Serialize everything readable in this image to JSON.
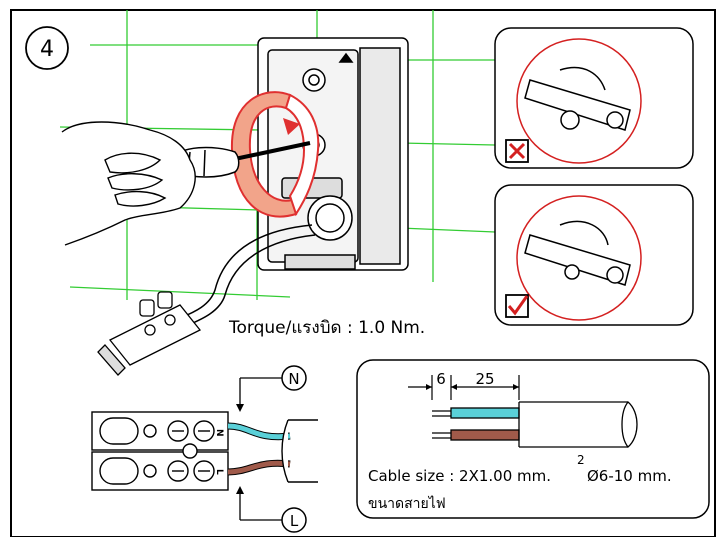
{
  "step_number": "4",
  "torque": {
    "label": "Torque/แรงบิด : 1.0  Nm."
  },
  "terminals": {
    "neutral": "N",
    "live": "L",
    "neutral_small": "N",
    "live_small": "L"
  },
  "cable": {
    "strip_dims": [
      "6",
      "25"
    ],
    "size_label": "Cable size : 2X1.00 mm.",
    "superscript": "2",
    "diameter": "Ø6-10 mm.",
    "thai_label": "ขนาดสายไฟ"
  },
  "colors": {
    "guide_lines": "#33cc33",
    "arrow_fill": "#f2a48a",
    "arrow_stroke": "#e03030",
    "check_red": "#d42020",
    "wire_blue": "#5ad0d8",
    "wire_brown": "#a05a4a"
  },
  "icons": [
    "cross-icon",
    "check-icon",
    "screwdriver-icon",
    "hand-icon",
    "rotation-arrow-icon"
  ]
}
